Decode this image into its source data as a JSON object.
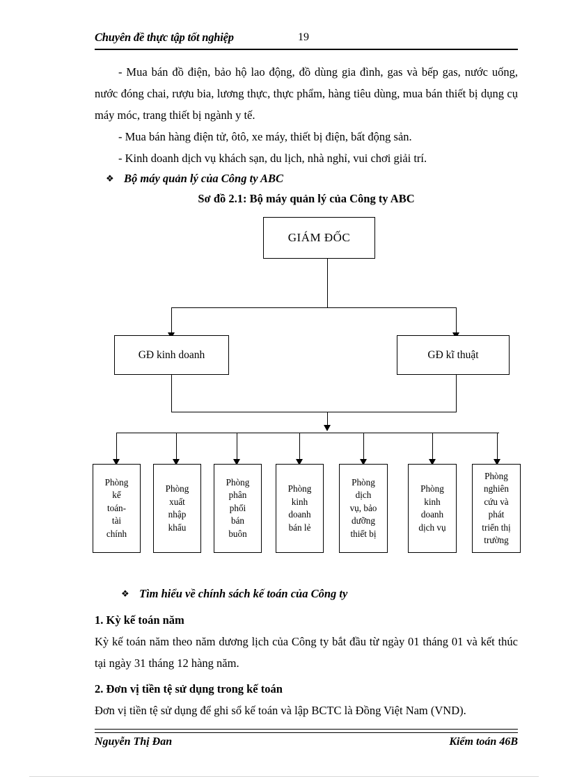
{
  "header": {
    "title": "Chuyên đề thực tập tốt nghiệp",
    "page_number": "19",
    "rule": true
  },
  "body": {
    "paragraphs": [
      "-  Mua bán đồ điện, bảo hộ lao động, đồ dùng gia đình, gas và bếp gas, nước uống, nước đóng chai, rượu bia, lương thực, thực phẩm, hàng tiêu dùng, mua bán thiết bị dụng cụ máy móc, trang thiết bị ngành y tế.",
      "-  Mua bán hàng điện tử, ôtô, xe máy, thiết bị điện, bất động sản.",
      "-  Kinh doanh dịch vụ khách sạn, du lịch, nhà nghỉ, vui chơi giải trí."
    ],
    "bullet_glyph": "❖",
    "section_heading_1": "Bộ máy quản lý của Công ty ABC",
    "diagram_caption": "Sơ đồ 2.1: Bộ máy quản lý của Công ty ABC",
    "section_heading_2": "Tìm hiểu về chính sách kế toán của Công ty",
    "item_1_title": "1. Kỳ kế toán năm",
    "item_1_text": "Kỳ kế toán năm theo năm dương lịch của Công ty bắt đầu từ ngày 01 tháng 01 và kết thúc tại ngày 31 tháng 12 hàng năm.",
    "item_2_title": "2. Đơn vị tiền tệ sử dụng trong kế toán",
    "item_2_text": "Đơn vị tiền tệ sử dụng để ghi sổ kế toán và lập BCTC là Đồng Việt Nam (VND)."
  },
  "org_chart": {
    "title": "Sơ đồ 2.1: Bộ máy quản lý của Công ty ABC",
    "root": "GIÁM ĐỐC",
    "level2": [
      "GĐ kinh doanh",
      "GĐ  kĩ thuật"
    ],
    "level3": [
      "Phòng kế toán-tài chính",
      "Phòng xuất nhập khẩu",
      "Phòng phân phối bán buôn",
      "Phòng kinh doanh bán lẻ",
      "Phòng dịch vụ, bảo dưỡng thiết bị",
      "Phòng kinh doanh dịch vụ",
      "Phòng nghiên cứu và phát triển thị trường"
    ],
    "level3_lines": [
      [
        "Phòng",
        "kế",
        "toán-",
        "tài",
        "chính"
      ],
      [
        "Phòng",
        "xuất",
        "nhập",
        "khẩu"
      ],
      [
        "Phòng",
        "phân",
        "phối",
        "bán",
        "buôn"
      ],
      [
        "Phòng",
        "kinh",
        "doanh",
        "bán  lẻ"
      ],
      [
        "Phòng",
        "dịch",
        "vụ, bảo",
        "dưỡng",
        "thiết  bị"
      ],
      [
        "Phòng",
        "kinh",
        "doanh",
        "dịch  vụ"
      ],
      [
        "Phòng",
        "nghiên",
        "cứu và",
        "phát",
        "triển thị",
        "trường"
      ]
    ]
  },
  "footer": {
    "left": "Nguyễn Thị Đan",
    "right": "Kiểm toán 46B"
  },
  "colors": {
    "ink": "#000000",
    "paper": "#ffffff",
    "hairline": "#d8d8d8"
  }
}
